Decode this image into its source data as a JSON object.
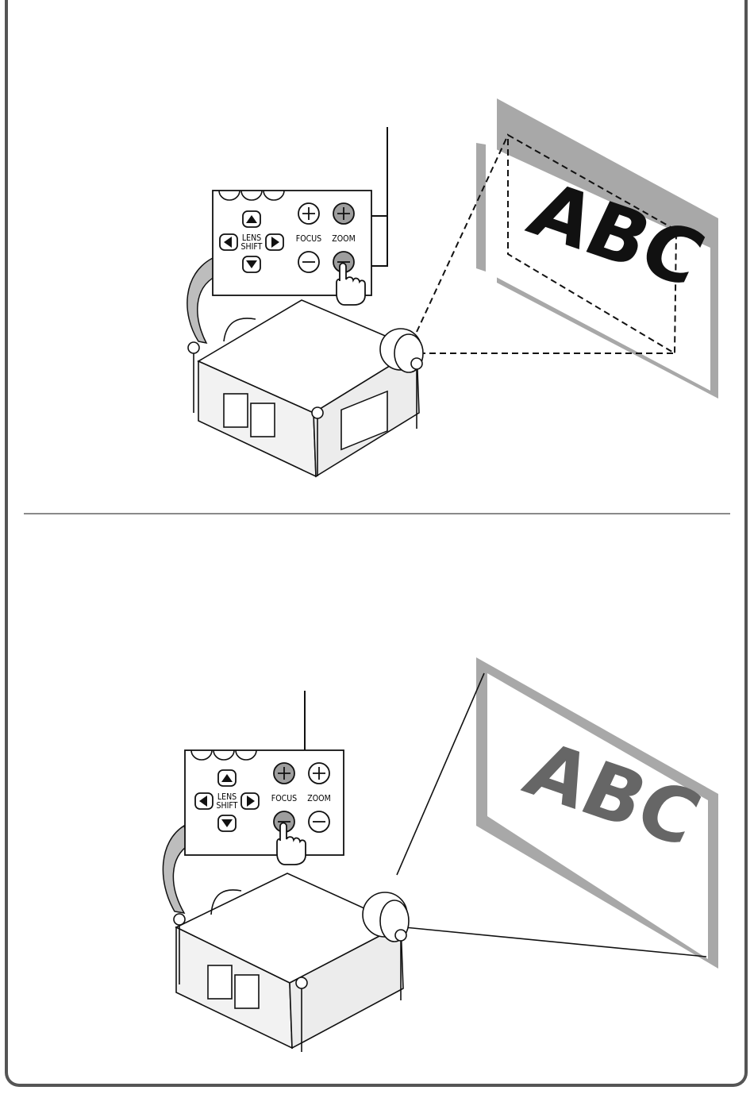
{
  "colors": {
    "frame": "#555555",
    "pressed_button": "#9e9e9e",
    "screen_border": "#a8a8a8",
    "text_sharp": "#111111",
    "text_blurred": "#666666"
  },
  "panel": {
    "lens_shift_line1": "LENS",
    "lens_shift_line2": "SHIFT",
    "focus_label": "FOCUS",
    "zoom_label": "ZOOM"
  },
  "screen": {
    "text": "ABC"
  },
  "icons": [
    "arrow-up-icon",
    "arrow-down-icon",
    "arrow-left-icon",
    "arrow-right-icon",
    "plus-icon",
    "minus-icon",
    "pointing-hand-icon"
  ]
}
